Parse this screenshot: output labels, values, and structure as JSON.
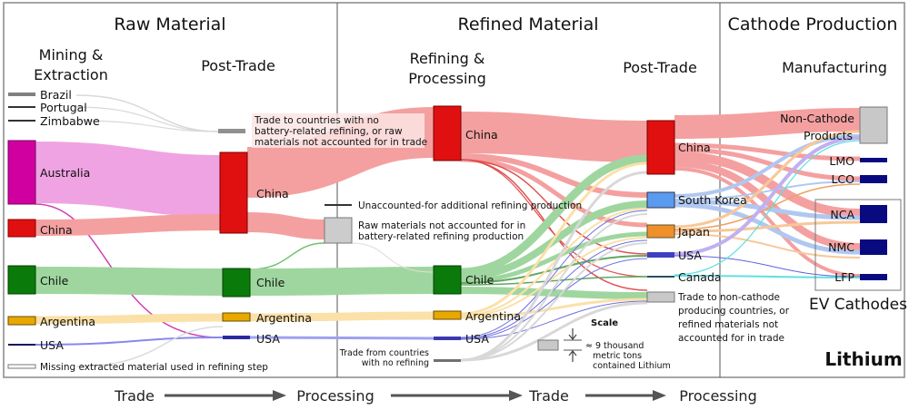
{
  "title": "Lithium",
  "sections": [
    {
      "title": "Raw Material",
      "stages": [
        "Mining & Extraction",
        "Post-Trade"
      ]
    },
    {
      "title": "Refined Material",
      "stages": [
        "Refining & Processing",
        "Post-Trade"
      ]
    },
    {
      "title": "Cathode Production",
      "stages": [
        "Manufacturing"
      ]
    }
  ],
  "stage_labels": {
    "mining_line1": "Mining &",
    "mining_line2": "Extraction",
    "post_trade_1": "Post-Trade",
    "refining_line1": "Refining &",
    "refining_line2": "Processing",
    "post_trade_2": "Post-Trade",
    "manufacturing": "Manufacturing"
  },
  "section_titles": {
    "raw": "Raw Material",
    "refined": "Refined Material",
    "cathode": "Cathode Production"
  },
  "nodes": {
    "mining": [
      {
        "id": "m_brazil",
        "label": "Brazil",
        "color": "#808080"
      },
      {
        "id": "m_portugal",
        "label": "Portugal",
        "color": "#333333"
      },
      {
        "id": "m_zimbabwe",
        "label": "Zimbabwe",
        "color": "#333333"
      },
      {
        "id": "m_australia",
        "label": "Australia",
        "color": "#d000a0"
      },
      {
        "id": "m_china",
        "label": "China",
        "color": "#e01010"
      },
      {
        "id": "m_chile",
        "label": "Chile",
        "color": "#0a7a0a"
      },
      {
        "id": "m_argentina",
        "label": "Argentina",
        "color": "#e8a800"
      },
      {
        "id": "m_usa",
        "label": "USA",
        "color": "#101060"
      },
      {
        "id": "m_missing",
        "label": "Missing extracted material used in refining step",
        "color": "#888888"
      }
    ],
    "post_trade_raw": [
      {
        "id": "p_trade_no_refining",
        "label": "Trade to countries with no battery-related refining, or raw materials not accounted for in trade",
        "color": "#909090"
      },
      {
        "id": "p_china",
        "label": "China",
        "color": "#e01010"
      },
      {
        "id": "p_unaccounted_add",
        "label": "Unaccounted-for additional refining production",
        "color": "#333333"
      },
      {
        "id": "p_raw_not_accounted",
        "label": "Raw materials not accounted for in battery-related refining production",
        "color": "#cccccc"
      },
      {
        "id": "p_chile",
        "label": "Chile",
        "color": "#0a7a0a"
      },
      {
        "id": "p_argentina",
        "label": "Argentina",
        "color": "#e8a800"
      },
      {
        "id": "p_usa",
        "label": "USA",
        "color": "#2a2aa0"
      }
    ],
    "refining": [
      {
        "id": "r_china",
        "label": "China",
        "color": "#e01010"
      },
      {
        "id": "r_chile",
        "label": "Chile",
        "color": "#0a7a0a"
      },
      {
        "id": "r_argentina",
        "label": "Argentina",
        "color": "#e8a800"
      },
      {
        "id": "r_usa",
        "label": "USA",
        "color": "#3a3ab0"
      },
      {
        "id": "r_no_refining",
        "label": "Trade from countries with no refining",
        "color": "#707070"
      }
    ],
    "post_trade_refined": [
      {
        "id": "q_china",
        "label": "China",
        "color": "#e01010"
      },
      {
        "id": "q_south_korea",
        "label": "South Korea",
        "color": "#5b9bef"
      },
      {
        "id": "q_japan",
        "label": "Japan",
        "color": "#f0902a"
      },
      {
        "id": "q_usa",
        "label": "USA",
        "color": "#4040c0"
      },
      {
        "id": "q_canada",
        "label": "Canada",
        "color": "#2a5060"
      },
      {
        "id": "q_trade_non_cathode",
        "label": "Trade to non-cathode producing countries, or refined materials not accounted for in trade",
        "color": "#c8c8c8"
      }
    ],
    "manufacturing": [
      {
        "id": "c_non_cathode",
        "label": "Non-Cathode Products",
        "color": "#c8c8c8"
      },
      {
        "id": "c_lmo",
        "label": "LMO",
        "color": "#0a0a80"
      },
      {
        "id": "c_lco",
        "label": "LCO",
        "color": "#0a0a80"
      },
      {
        "id": "c_nca",
        "label": "NCA",
        "color": "#0a0a80"
      },
      {
        "id": "c_nmc",
        "label": "NMC",
        "color": "#0a0a80"
      },
      {
        "id": "c_lfp",
        "label": "LFP",
        "color": "#0a0a80"
      }
    ]
  },
  "labels": {
    "brazil": "Brazil",
    "portugal": "Portugal",
    "zimbabwe": "Zimbabwe",
    "australia": "Australia",
    "china": "China",
    "chile": "Chile",
    "argentina": "Argentina",
    "usa": "USA",
    "missing": "Missing extracted material used in refining step",
    "trade_no_ref_1": "Trade to countries with no",
    "trade_no_ref_2": "battery-related refining, or raw",
    "trade_no_ref_3": "materials not accounted for in trade",
    "unaccounted_add": "Unaccounted-for additional refining production",
    "raw_not_acc_1": "Raw materials not accounted for in",
    "raw_not_acc_2": "battery-related refining production",
    "trade_from_1": "Trade from countries",
    "trade_from_2": "with no refining",
    "south_korea": "South Korea",
    "japan": "Japan",
    "canada": "Canada",
    "trade_nc_1": "Trade to non-cathode",
    "trade_nc_2": "producing countries, or",
    "trade_nc_3": "refined materials not",
    "trade_nc_4": "accounted for in trade",
    "non_cathode_1": "Non-Cathode",
    "non_cathode_2": "Products",
    "lmo": "LMO",
    "lco": "LCO",
    "nca": "NCA",
    "nmc": "NMC",
    "lfp": "LFP",
    "ev_cathodes": "EV Cathodes"
  },
  "scale": {
    "title": "Scale",
    "line1": "≈ 9 thousand",
    "line2": "metric tons",
    "line3": "contained Lithium",
    "value_thousand_metric_tons": 9
  },
  "bottom_flow": [
    "Trade",
    "Processing",
    "Trade",
    "Processing"
  ],
  "colors": {
    "china_flow": "#f4a0a0",
    "australia_flow": "#ee9ee0",
    "chile_flow": "#9fd69f",
    "argentina_flow": "#fbe0a8",
    "usa_flow": "#8888ee",
    "korea_flow": "#b0c8f0",
    "japan_flow": "#f8c898",
    "canada_flow": "#60e0e0",
    "grey_flow": "#d0d0d0"
  }
}
